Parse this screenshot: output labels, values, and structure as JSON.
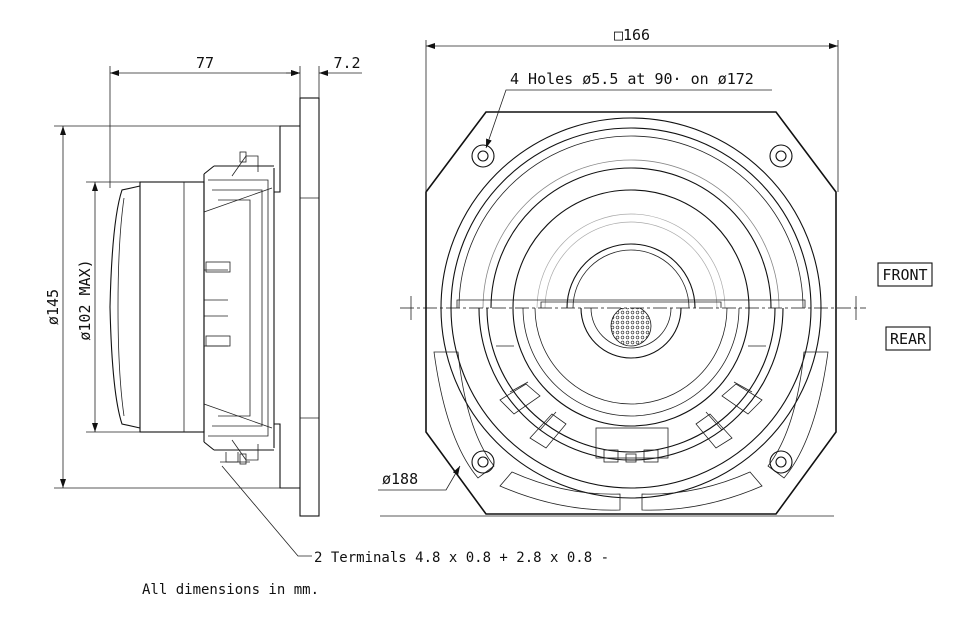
{
  "side_view": {
    "depth_label": "77",
    "flange_label": "7.2",
    "outer_diameter_label": "ø145",
    "magnet_diameter_label": "ø102 MAX)"
  },
  "front_view": {
    "width_label": "□166",
    "holes_label": "4 Holes ø5.5 at 90· on ø172",
    "outer_diameter_label": "ø188",
    "front_tag": "FRONT",
    "rear_tag": "REAR"
  },
  "notes": {
    "terminals": "2 Terminals 4.8 x 0.8 + 2.8 x 0.8 -",
    "units": "All dimensions in mm."
  }
}
